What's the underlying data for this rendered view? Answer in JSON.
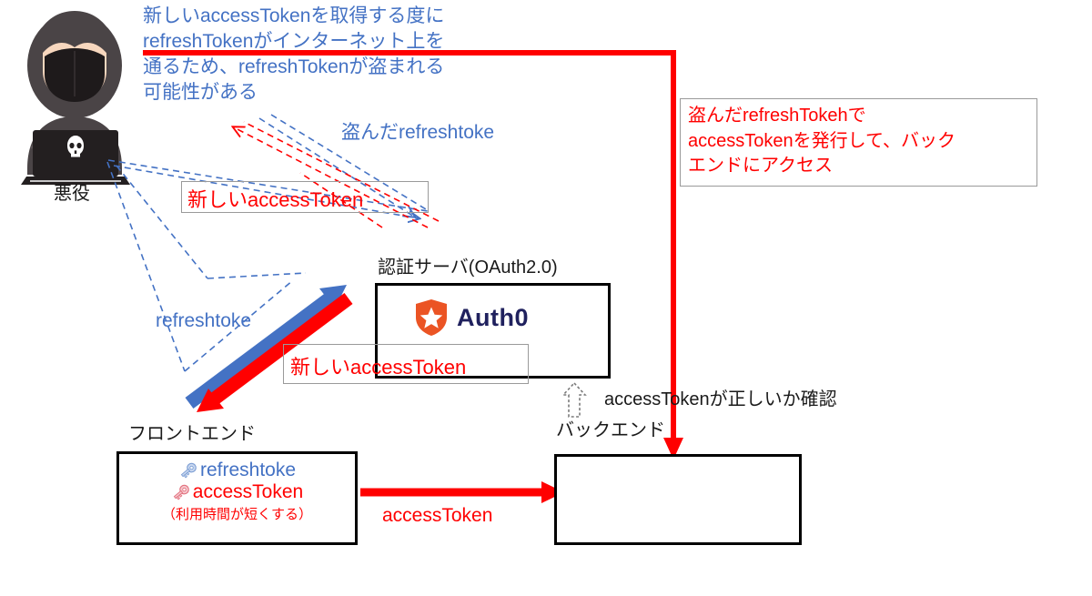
{
  "diagram": {
    "title_note_top_left": "新しいaccessTokenを取得する度に\nrefreshTokenがインターネット上を\n通るため、refreshTokenが盗まれる\n可能性がある",
    "stolen_refresh_label": "盗んだrefreshtoke",
    "new_access_token_upper": "新しいaccessToken",
    "attack_note": "盗んだrefreshTokehで\naccessTokenを発行して、バック\nエンドにアクセス",
    "hacker_label": "悪役",
    "auth_server_label": "認証サーバ(OAuth2.0)",
    "auth0_wordmark": "Auth0",
    "new_access_token_lower": "新しいaccessToken",
    "refreshtoke_arrow_label": "refreshtoke",
    "frontend_label": "フロントエンド",
    "frontend_refresh_token": "refreshtoke",
    "frontend_access_token": "accessToken",
    "frontend_note": "（利用時間が短くする）",
    "backend_label": "バックエンド",
    "verify_token_label": "accessTokenが正しいか確認",
    "access_token_flow_label": "accessToken"
  },
  "icons": {
    "hacker": "hacker-figure-icon",
    "skull": "skull-icon",
    "key_refresh": "key-icon-blue",
    "key_access": "key-icon-red",
    "auth0_shield": "auth0-shield-star-icon",
    "dashed_up_arrow": "dashed-up-arrow-icon"
  },
  "colors": {
    "blue": "#4472C4",
    "red": "#FF0000",
    "black": "#000000",
    "auth0_orange": "#EB5424",
    "auth0_navy": "#20215E",
    "box_border_gray": "#9A9A9A",
    "hacker_hood": "#4A4446",
    "hacker_skin": "#F7D7BE",
    "laptop": "#231F20"
  }
}
